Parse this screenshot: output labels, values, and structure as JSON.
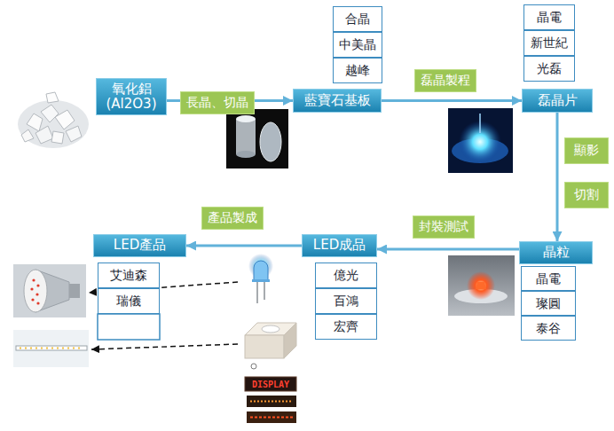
{
  "diagram": {
    "nodes": [
      {
        "text": [
          "氧化鋁 (Al2O3)"
        ]
      },
      {
        "text": [
          "藍寶石基板"
        ]
      },
      {
        "text": [
          "合晶"
        ]
      },
      {
        "text": [
          "中美晶"
        ]
      },
      {
        "text": [
          "越峰"
        ]
      },
      {
        "text": [
          "磊晶片"
        ]
      },
      {
        "text": [
          "晶電"
        ]
      },
      {
        "text": [
          "新世紀"
        ]
      },
      {
        "text": [
          "光磊"
        ]
      },
      {
        "text": [
          "晶粒"
        ]
      },
      {
        "text": [
          "晶電"
        ]
      },
      {
        "text": [
          "璨圓"
        ]
      },
      {
        "text": [
          "泰谷"
        ]
      },
      {
        "text": [
          "LED成品"
        ]
      },
      {
        "text": [
          "億光"
        ]
      },
      {
        "text": [
          "百鴻"
        ]
      },
      {
        "text": [
          "宏齊"
        ]
      },
      {
        "text": [
          "LED產品"
        ]
      },
      {
        "text": [
          "艾迪森"
        ]
      },
      {
        "text": [
          "瑞儀"
        ]
      }
    ],
    "edges": [
      {
        "from": 0,
        "to": 1,
        "label": "長晶、切晶",
        "arrow": "to"
      },
      {
        "from": 1,
        "to": 5,
        "label": "磊晶製程",
        "arrow": "to"
      },
      {
        "from": 5,
        "to": 9,
        "arrow": "to"
      },
      {
        "from": 9,
        "to": 13,
        "label": "封裝測試",
        "arrow": "to"
      },
      {
        "from": 13,
        "to": 17,
        "label": "產品製成",
        "arrow": "to"
      }
    ],
    "labels": [
      "顯影",
      "切割",
      "DISPLAY"
    ]
  }
}
